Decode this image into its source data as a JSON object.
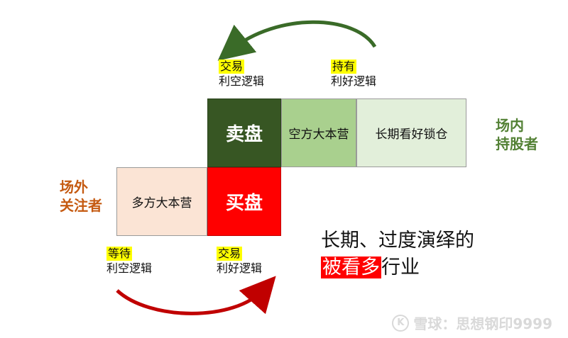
{
  "boxes": {
    "sell": "卖盘",
    "bear_camp": "空方大本营",
    "long_hold": "长期看好锁仓",
    "buy": "买盘",
    "bull_camp": "多方大本营"
  },
  "tags": {
    "top_left": {
      "highlight": "交易",
      "text": "利空逻辑"
    },
    "top_right": {
      "highlight": "持有",
      "text": "利好逻辑"
    },
    "bottom_left": {
      "highlight": "等待",
      "text": "利空逻辑"
    },
    "bottom_right": {
      "highlight": "交易",
      "text": "利好逻辑"
    }
  },
  "side_labels": {
    "inside_line1": "场内",
    "inside_line2": "持股者",
    "outside_line1": "场外",
    "outside_line2": "关注者"
  },
  "statement": {
    "line1": "长期、过度演绎的",
    "line2_highlight": "被看多",
    "line2_rest": "行业"
  },
  "watermark": {
    "logo": "K",
    "text": "雪球：思想钢印9999"
  },
  "colors": {
    "sell_box": "#375623",
    "bear_box": "#a9d08e",
    "hold_box": "#e2efda",
    "buy_box": "#ff0000",
    "bull_box": "#fbe4d5",
    "top_arrow": "#3a6b28",
    "bottom_arrow": "#c00000",
    "tag_highlight": "#ffff00",
    "inside_label": "#538135",
    "outside_label": "#c55a11"
  }
}
